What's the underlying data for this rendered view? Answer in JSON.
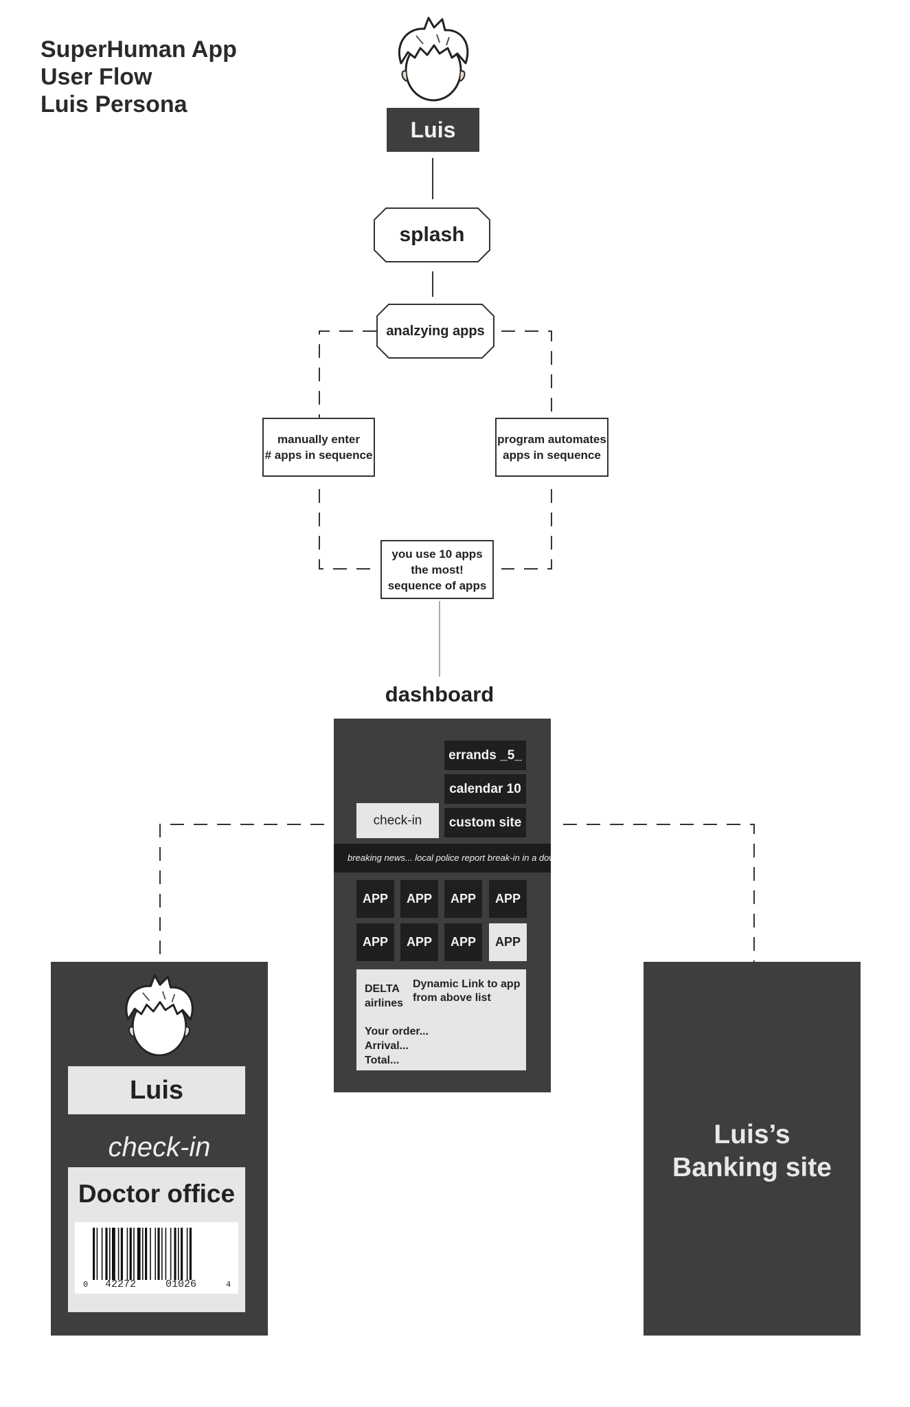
{
  "title": {
    "line1": "SuperHuman App",
    "line2": "User Flow",
    "line3": "Luis Persona"
  },
  "persona": {
    "name": "Luis",
    "avatar_icon": "cartoon-head-icon"
  },
  "nodes": {
    "splash": "splash",
    "analyzing": "analzying apps",
    "manual_line1": "manually enter",
    "manual_line2": "# apps in sequence",
    "auto_line1": "program automates",
    "auto_line2": "apps in sequence",
    "result_line1": "you use 10 apps",
    "result_line2": "the most!",
    "result_line3": "sequence of apps"
  },
  "dashboard": {
    "label": "dashboard",
    "errands": "errands _5_",
    "calendar": "calendar 10",
    "checkin": "check-in",
    "custom_site": "custom site",
    "news": "breaking news... local police report break-in in a downtown",
    "apps": [
      "APP",
      "APP",
      "APP",
      "APP",
      "APP",
      "APP",
      "APP",
      "APP"
    ],
    "highlighted_app_index": 7,
    "card_brand_line1": "DELTA",
    "card_brand_line2": "airlines",
    "card_link_line1": "Dynamic Link to app",
    "card_link_line2": "from above list",
    "card_order": "Your order...",
    "card_arrival": "Arrival...",
    "card_total": "Total..."
  },
  "checkin_screen": {
    "name": "Luis",
    "heading": "check-in",
    "place": "Doctor office",
    "barcode_digits": {
      "left": "0",
      "middle_a": "42272",
      "middle_b": "01026",
      "right": "4"
    }
  },
  "banking_screen": {
    "line1": "Luis’s",
    "line2": "Banking site"
  },
  "colors": {
    "panel": "#3e3e3e",
    "tile": "#1f1f1f",
    "light": "#e6e6e6",
    "line": "#333333"
  }
}
